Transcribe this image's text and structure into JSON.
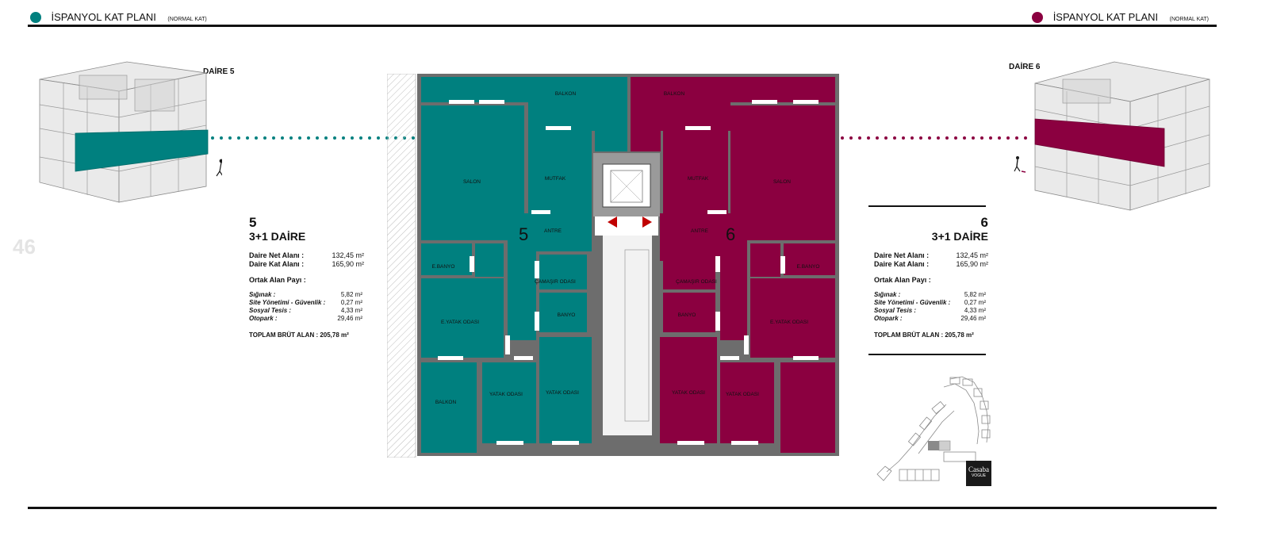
{
  "header": {
    "title_left": "İSPANYOL KAT PLANI",
    "sub_left": "(NORMAL KAT)",
    "title_right": "İSPANYOL KAT PLANI",
    "sub_right": "(NORMAL KAT)"
  },
  "page_number": "46",
  "colors": {
    "unit5": "#00807f",
    "unit6": "#8b0040",
    "wall": "#6d6d6d"
  },
  "unit5": {
    "iso_label": "DAİRE 5",
    "number": "5",
    "type": "3+1 DAİRE",
    "net_label": "Daire Net Alanı :",
    "net_value": "132,45 m²",
    "kat_label": "Daire Kat Alanı :",
    "kat_value": "165,90 m²",
    "shared_title": "Ortak Alan Payı :",
    "shared": [
      {
        "k": "Sığınak :",
        "v": "5,82 m²"
      },
      {
        "k": "Site Yönetimi - Güvenlik :",
        "v": "0,27 m²"
      },
      {
        "k": "Sosyal Tesis :",
        "v": "4,33 m²"
      },
      {
        "k": "Otopark :",
        "v": "29,46 m²"
      }
    ],
    "total": "TOPLAM BRÜT ALAN : 205,78 m²"
  },
  "unit6": {
    "iso_label": "DAİRE 6",
    "number": "6",
    "type": "3+1 DAİRE",
    "net_label": "Daire Net Alanı :",
    "net_value": "132,45 m²",
    "kat_label": "Daire Kat Alanı :",
    "kat_value": "165,90 m²",
    "shared_title": "Ortak Alan Payı :",
    "shared": [
      {
        "k": "Sığınak :",
        "v": "5,82 m²"
      },
      {
        "k": "Site Yönetimi - Güvenlik :",
        "v": "0,27 m²"
      },
      {
        "k": "Sosyal Tesis :",
        "v": "4,33 m²"
      },
      {
        "k": "Otopark :",
        "v": "29,46 m²"
      }
    ],
    "total": "TOPLAM BRÜT ALAN : 205,78 m²"
  },
  "rooms5": {
    "balkon_top": "BALKON",
    "salon": "SALON",
    "mutfak": "MUTFAK",
    "antre": "ANTRE",
    "ebanyo": "E.BANYO",
    "camasir": "ÇAMAŞIR ODASI",
    "banyo": "BANYO",
    "eyatak": "E.YATAK ODASI",
    "balkon_bot": "BALKON",
    "yatak1": "YATAK ODASI",
    "yatak2": "YATAK ODASI"
  },
  "rooms6": {
    "balkon_top": "BALKON",
    "salon": "SALON",
    "mutfak": "MUTFAK",
    "antre": "ANTRE",
    "ebanyo": "E.BANYO",
    "camasir": "ÇAMAŞIR ODASI",
    "banyo": "BANYO",
    "eyatak": "E.YATAK ODASI",
    "yatak1": "YATAK ODASI",
    "yatak2": "YATAK ODASI"
  },
  "logo": {
    "line1": "Casaba",
    "line2": "VOGUE"
  }
}
